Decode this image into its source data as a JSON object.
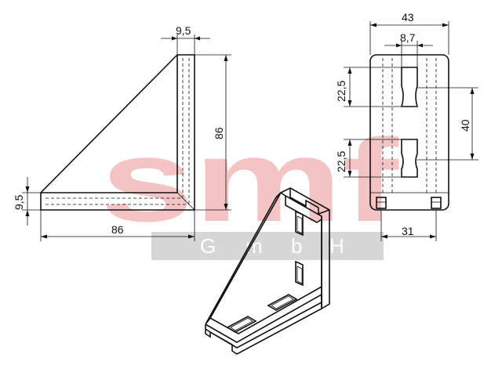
{
  "watermark": {
    "brand": "smf",
    "sub_letters": [
      "G",
      "m",
      "b",
      "H"
    ],
    "brand_color": "#f4c4c4",
    "band_color": "#d6d6d6"
  },
  "dimensions": {
    "side_thickness_top": "9,5",
    "side_height": "86",
    "side_thickness_left": "9,5",
    "side_width": "86",
    "end_width": "43",
    "slot_width": "8,7",
    "slot_height_upper": "22,5",
    "slot_height_lower": "22,5",
    "slot_spacing": "40",
    "base_depth": "31"
  },
  "colors": {
    "ink": "#111111",
    "background": "#ffffff"
  }
}
